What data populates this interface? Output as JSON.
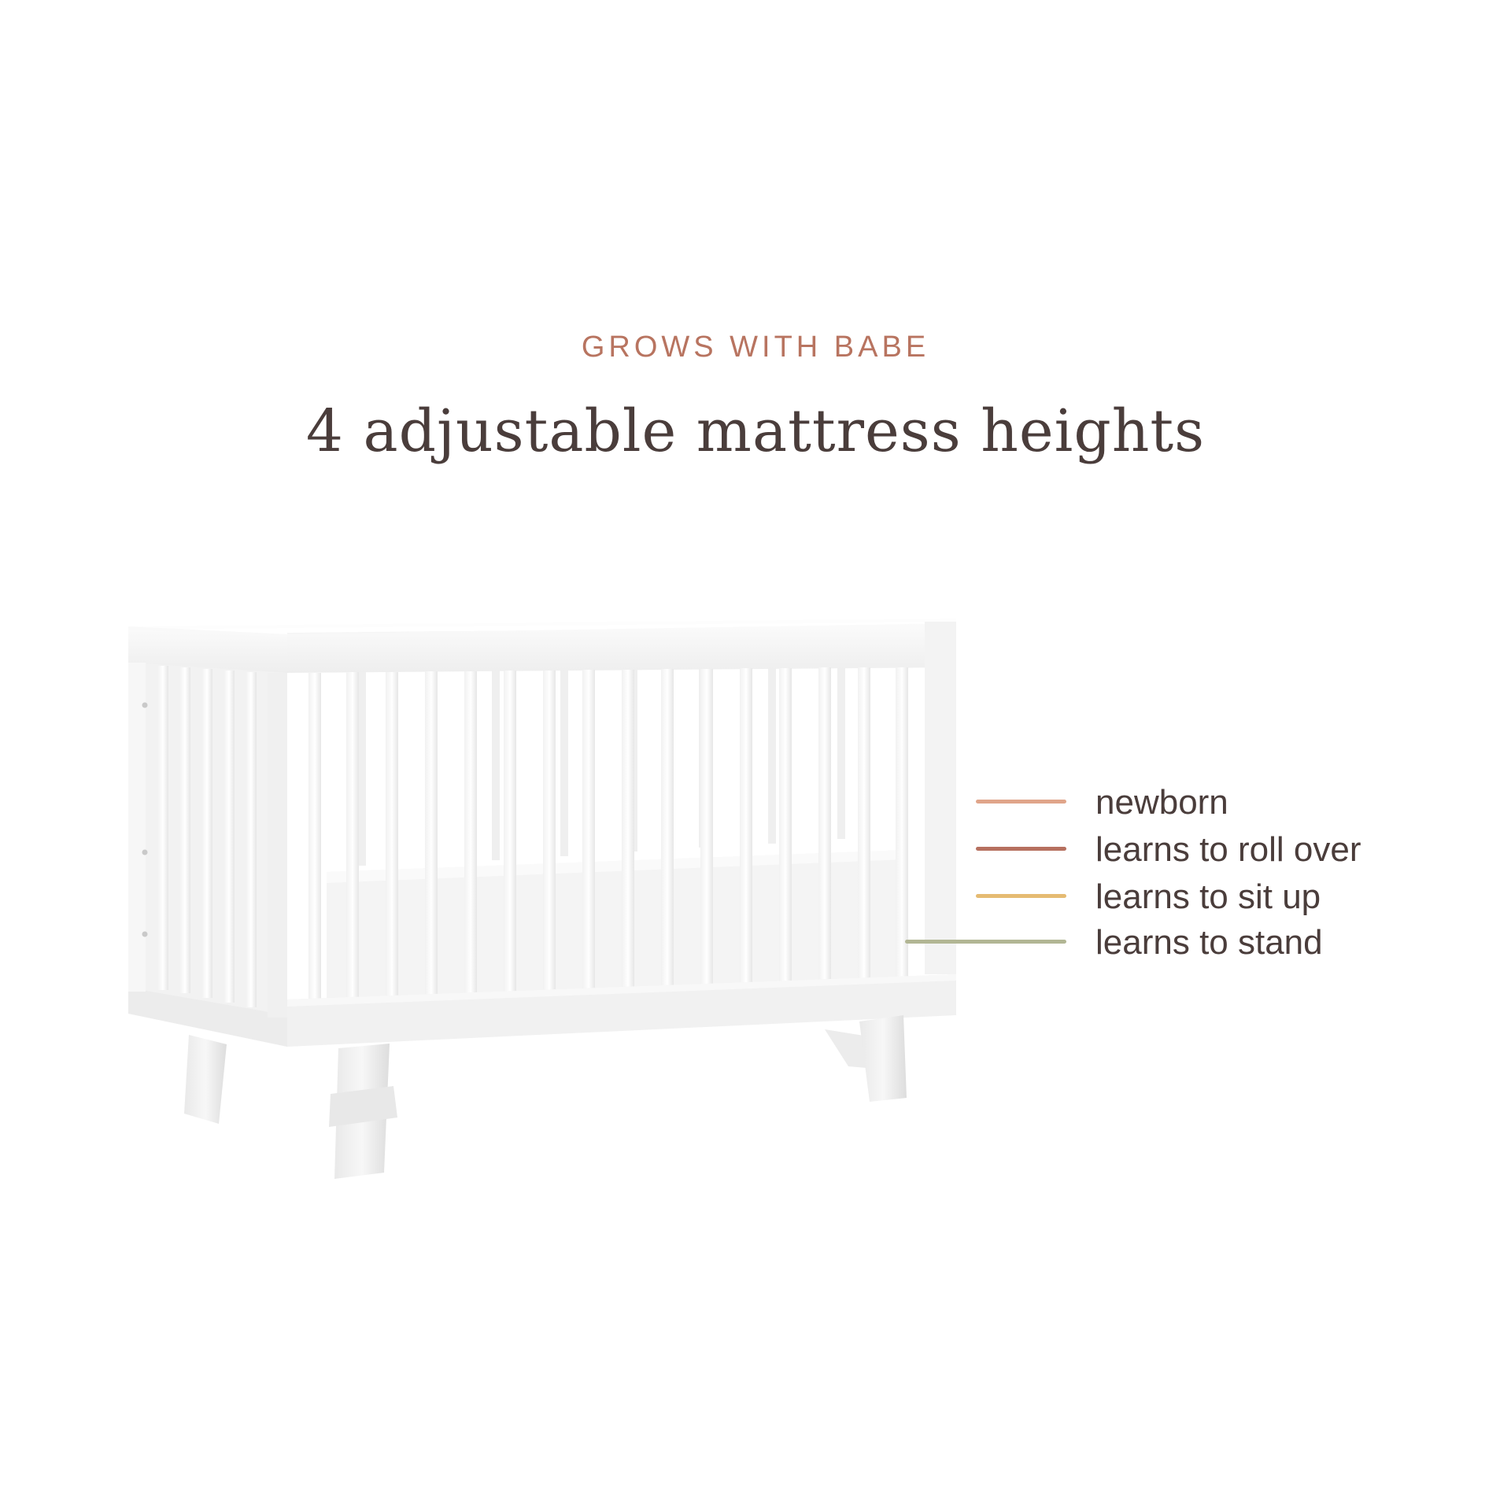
{
  "eyebrow": "GROWS WITH BABE",
  "headline": "4 adjustable mattress heights",
  "image": {
    "subject": "white 3-in-1 convertible crib with slatted sides and splayed legs"
  },
  "heights": [
    {
      "label": "newborn",
      "color": "#e0a58a"
    },
    {
      "label": "learns to roll over",
      "color": "#b6705f"
    },
    {
      "label": "learns to sit up",
      "color": "#e5bb72"
    },
    {
      "label": "learns to stand",
      "color": "#b2b694"
    }
  ]
}
